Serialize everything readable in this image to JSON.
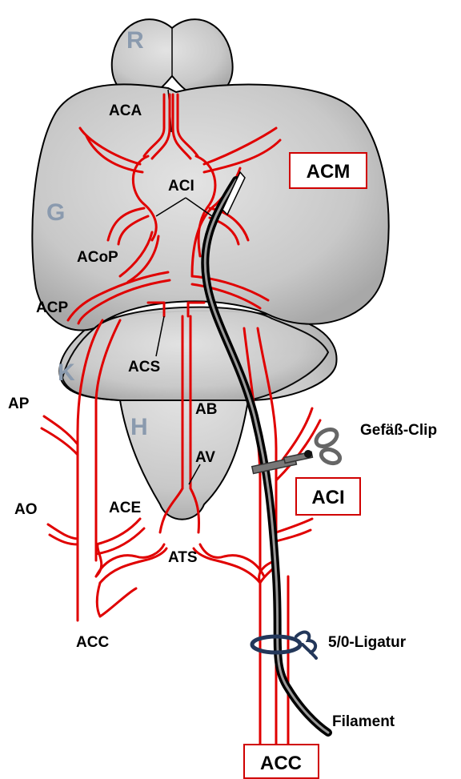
{
  "regions": {
    "r": "R",
    "g": "G",
    "k": "K",
    "h": "H"
  },
  "labels": {
    "aca": "ACA",
    "aci_top": "ACI",
    "acop": "ACoP",
    "acp": "ACP",
    "acs": "ACS",
    "ab": "AB",
    "av": "AV",
    "ap": "AP",
    "ao": "AO",
    "ace": "ACE",
    "ats": "ATS",
    "acc_left": "ACC",
    "clip": "Gefäß-Clip",
    "ligatur": "5/0-Ligatur",
    "filament": "Filament"
  },
  "boxed_labels": {
    "acm": "ACM",
    "aci": "ACI",
    "acc": "ACC"
  },
  "colors": {
    "artery": "#e00000",
    "brain": "#c8c8c8",
    "region_letter": "#8a9aae",
    "box_border": "#d00000",
    "ligature": "#23375a"
  }
}
